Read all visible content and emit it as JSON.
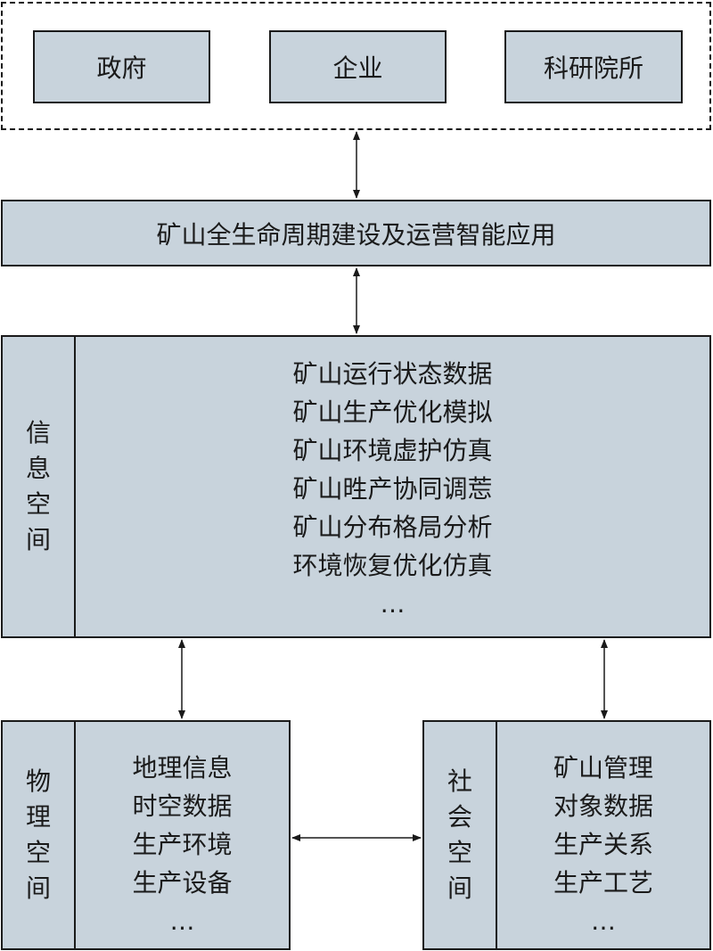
{
  "stakeholders": {
    "items": [
      "政府",
      "企业",
      "科研院所"
    ]
  },
  "application": {
    "label": "矿山全生命周期建设及运营智能应用"
  },
  "info_space": {
    "label_chars": [
      "信",
      "息",
      "空",
      "间"
    ],
    "items": [
      "矿山运行状态数据",
      "矿山生产优化模拟",
      "矿山环境虚护仿真",
      "矿山甠产协同调莣",
      "矿山分布格局分析",
      "环境恢复优化仿真",
      "…"
    ]
  },
  "physical_space": {
    "label_chars": [
      "物",
      "理",
      "空",
      "间"
    ],
    "items": [
      "地理信息",
      "时空数据",
      "生产环境",
      "生产设备",
      "…"
    ]
  },
  "social_space": {
    "label_chars": [
      "社",
      "会",
      "空",
      "间"
    ],
    "items": [
      "矿山管理",
      "对象数据",
      "生产关系",
      "生产工艺",
      "…"
    ]
  }
}
